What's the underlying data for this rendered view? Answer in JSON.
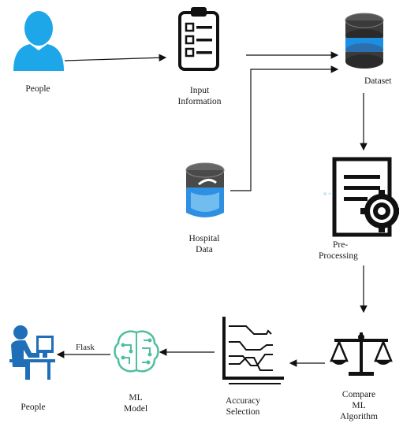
{
  "nodes": {
    "people_top": {
      "label": [
        "People"
      ],
      "icon": "person-icon"
    },
    "input_information": {
      "label": [
        "Input",
        "Information"
      ],
      "icon": "clipboard-checklist-icon"
    },
    "dataset": {
      "label": [
        "Dataset"
      ],
      "icon": "database-icon"
    },
    "hospital_data": {
      "label": [
        "Hospital",
        "Data"
      ],
      "icon": "database-icon"
    },
    "pre_processing": {
      "label": [
        "Pre-",
        "Processing"
      ],
      "icon": "document-gear-icon"
    },
    "compare_ml_algorithm": {
      "label": [
        "Compare",
        "ML",
        "Algorithm"
      ],
      "icon": "balance-scale-icon"
    },
    "accuracy_selection": {
      "label": [
        "Accuracy",
        "Selection"
      ],
      "icon": "line-chart-icon"
    },
    "ml_model": {
      "label": [
        "ML",
        "Model"
      ],
      "icon": "brain-circuit-icon"
    },
    "people_bottom": {
      "label": [
        "People"
      ],
      "icon": "person-at-computer-icon"
    }
  },
  "edges": [
    {
      "from": "people_top",
      "to": "input_information",
      "label": ""
    },
    {
      "from": "input_information",
      "to": "dataset",
      "label": ""
    },
    {
      "from": "hospital_data",
      "to": "dataset",
      "label": ""
    },
    {
      "from": "dataset",
      "to": "pre_processing",
      "label": ""
    },
    {
      "from": "pre_processing",
      "to": "compare_ml_algorithm",
      "label": ""
    },
    {
      "from": "compare_ml_algorithm",
      "to": "accuracy_selection",
      "label": ""
    },
    {
      "from": "accuracy_selection",
      "to": "ml_model",
      "label": ""
    },
    {
      "from": "ml_model",
      "to": "people_bottom",
      "label": "Flask"
    }
  ],
  "colors": {
    "person": "#1ea7e8",
    "desk_person": "#1e6fb8",
    "brain": "#4fbf9f",
    "db_top": "#3a3a3a",
    "db_band": "#1d8fe0",
    "ink": "#111111"
  }
}
